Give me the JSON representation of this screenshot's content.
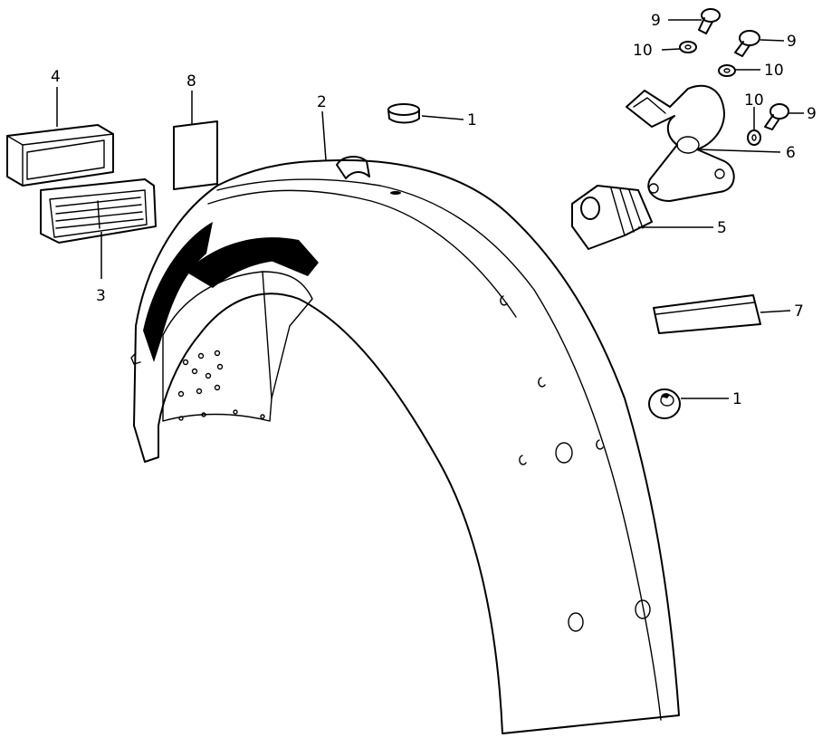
{
  "diagram": {
    "callouts": {
      "c1a": "1",
      "c1b": "1",
      "c2": "2",
      "c3": "3",
      "c4": "4",
      "c5": "5",
      "c6": "6",
      "c7": "7",
      "c8": "8",
      "c9a": "9",
      "c9b": "9",
      "c9c": "9",
      "c10a": "10",
      "c10b": "10",
      "c10c": "10"
    }
  }
}
